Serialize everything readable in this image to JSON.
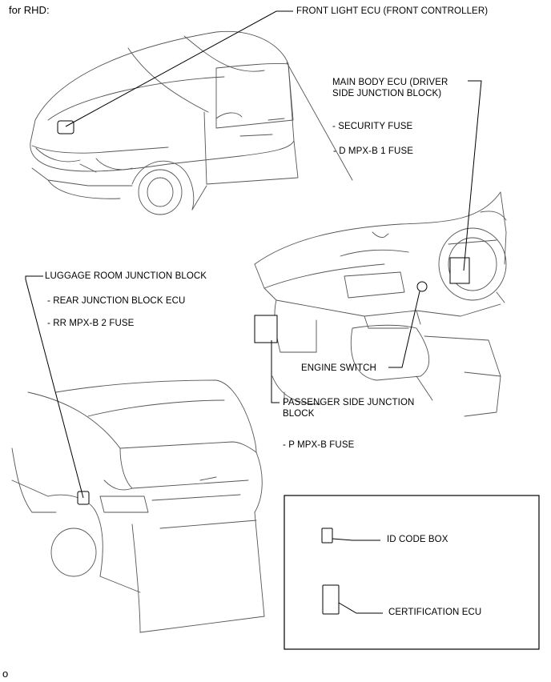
{
  "header": {
    "title": "for RHD:"
  },
  "labels": {
    "front_light_ecu": "FRONT LIGHT ECU (FRONT CONTROLLER)",
    "main_body_ecu": "MAIN BODY ECU (DRIVER SIDE JUNCTION BLOCK)",
    "security_fuse": "- SECURITY FUSE",
    "d_mpx_b1_fuse": "- D MPX-B 1 FUSE",
    "luggage_room_jb": "LUGGAGE ROOM JUNCTION BLOCK",
    "rear_jb_ecu": "- REAR JUNCTION BLOCK ECU",
    "rr_mpx_b2_fuse": "- RR MPX-B 2 FUSE",
    "engine_switch": "ENGINE SWITCH",
    "passenger_side_jb": "PASSENGER SIDE JUNCTION BLOCK",
    "p_mpx_b_fuse": "- P MPX-B FUSE",
    "id_code_box": "ID CODE BOX",
    "certification_ecu": "CERTIFICATION ECU"
  },
  "footer": {
    "code": "o"
  }
}
